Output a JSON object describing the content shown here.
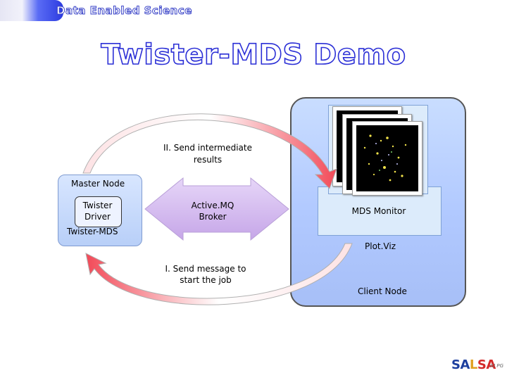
{
  "header": {
    "tagline": "Data Enabled Science"
  },
  "slide": {
    "title": "Twister-MDS Demo"
  },
  "diagram": {
    "master_node": {
      "label": "Master Node",
      "driver_label": "Twister Driver",
      "twister_label": "Twister-MDS"
    },
    "broker": {
      "label": "Active.MQ Broker"
    },
    "client_node": {
      "label": "Client Node",
      "monitor_label": "MDS Monitor",
      "plotviz_label": "Plot.Viz"
    },
    "arrows": {
      "top_label": "II. Send intermediate results",
      "bottom_label": "I. Send message to start the job"
    }
  },
  "footer": {
    "logo_parts": [
      "SA",
      "L",
      "SA"
    ],
    "logo_sub": "IU PG"
  },
  "colors": {
    "arrow_red": "#f24a58",
    "broker_purple": "#d3b6ee",
    "title_blue": "#2b2fd6",
    "panel_blue": "#b1c9ff"
  }
}
